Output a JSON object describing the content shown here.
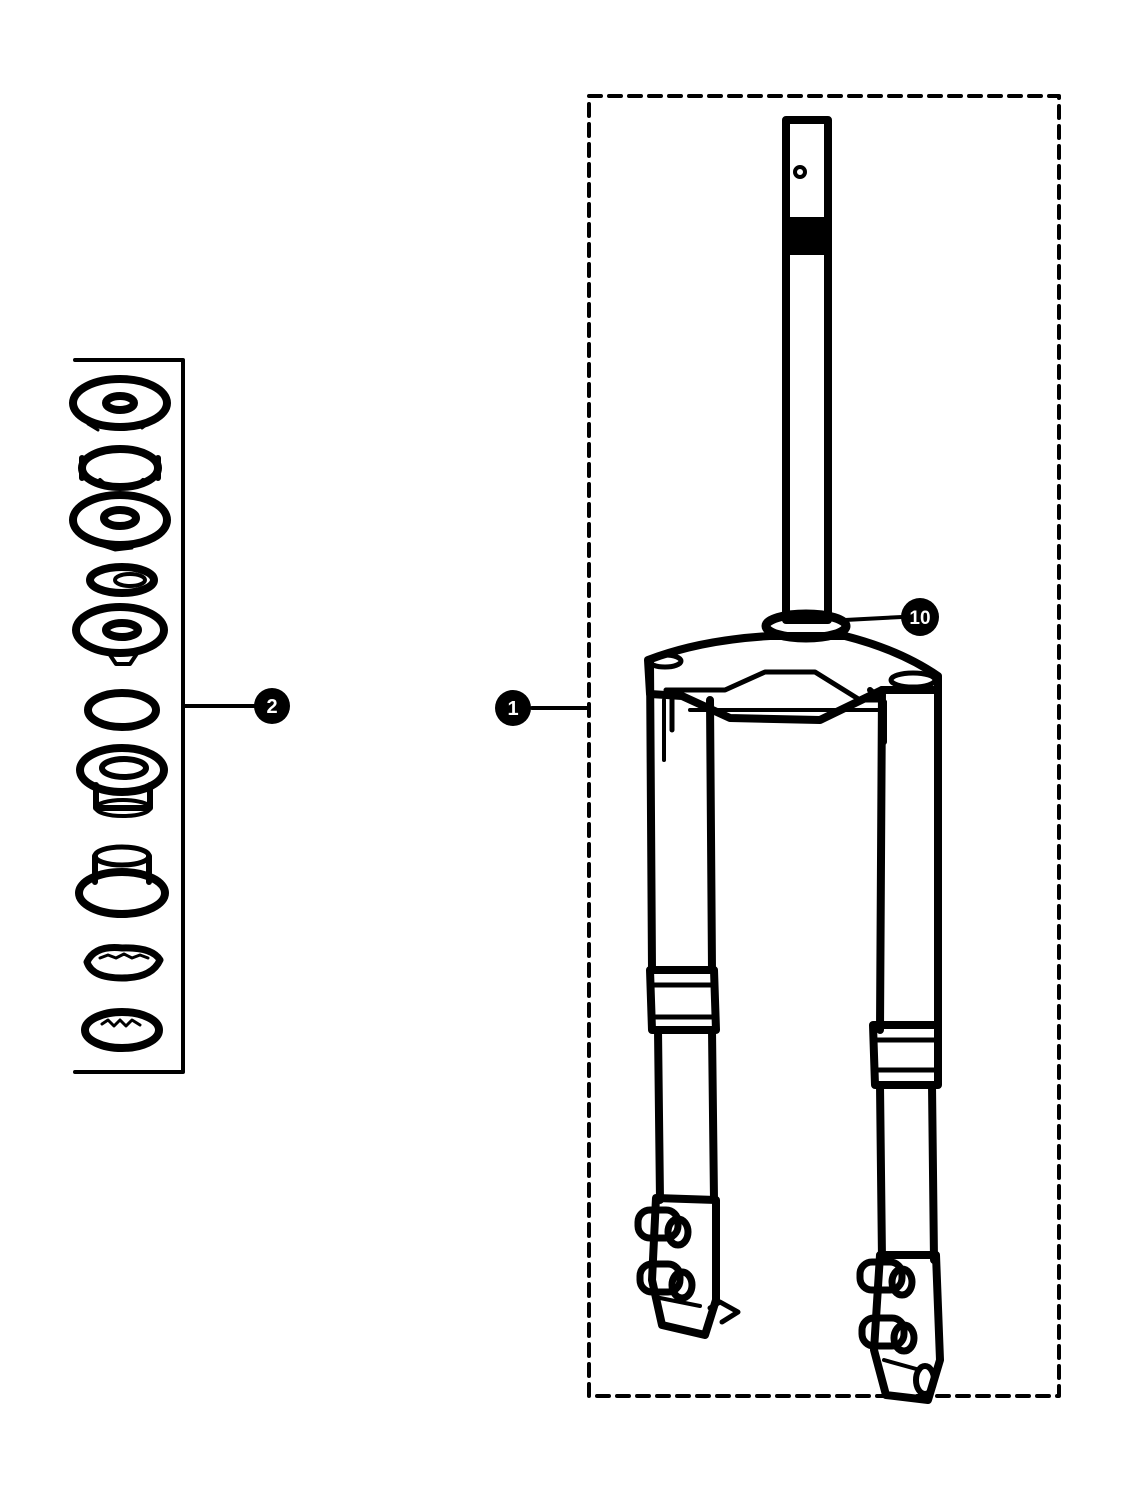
{
  "diagram": {
    "callouts": [
      {
        "id": "callout-1",
        "label": "1"
      },
      {
        "id": "callout-2",
        "label": "2"
      },
      {
        "id": "callout-10",
        "label": "10"
      }
    ],
    "colors": {
      "ink": "#000000",
      "paper": "#ffffff"
    }
  }
}
